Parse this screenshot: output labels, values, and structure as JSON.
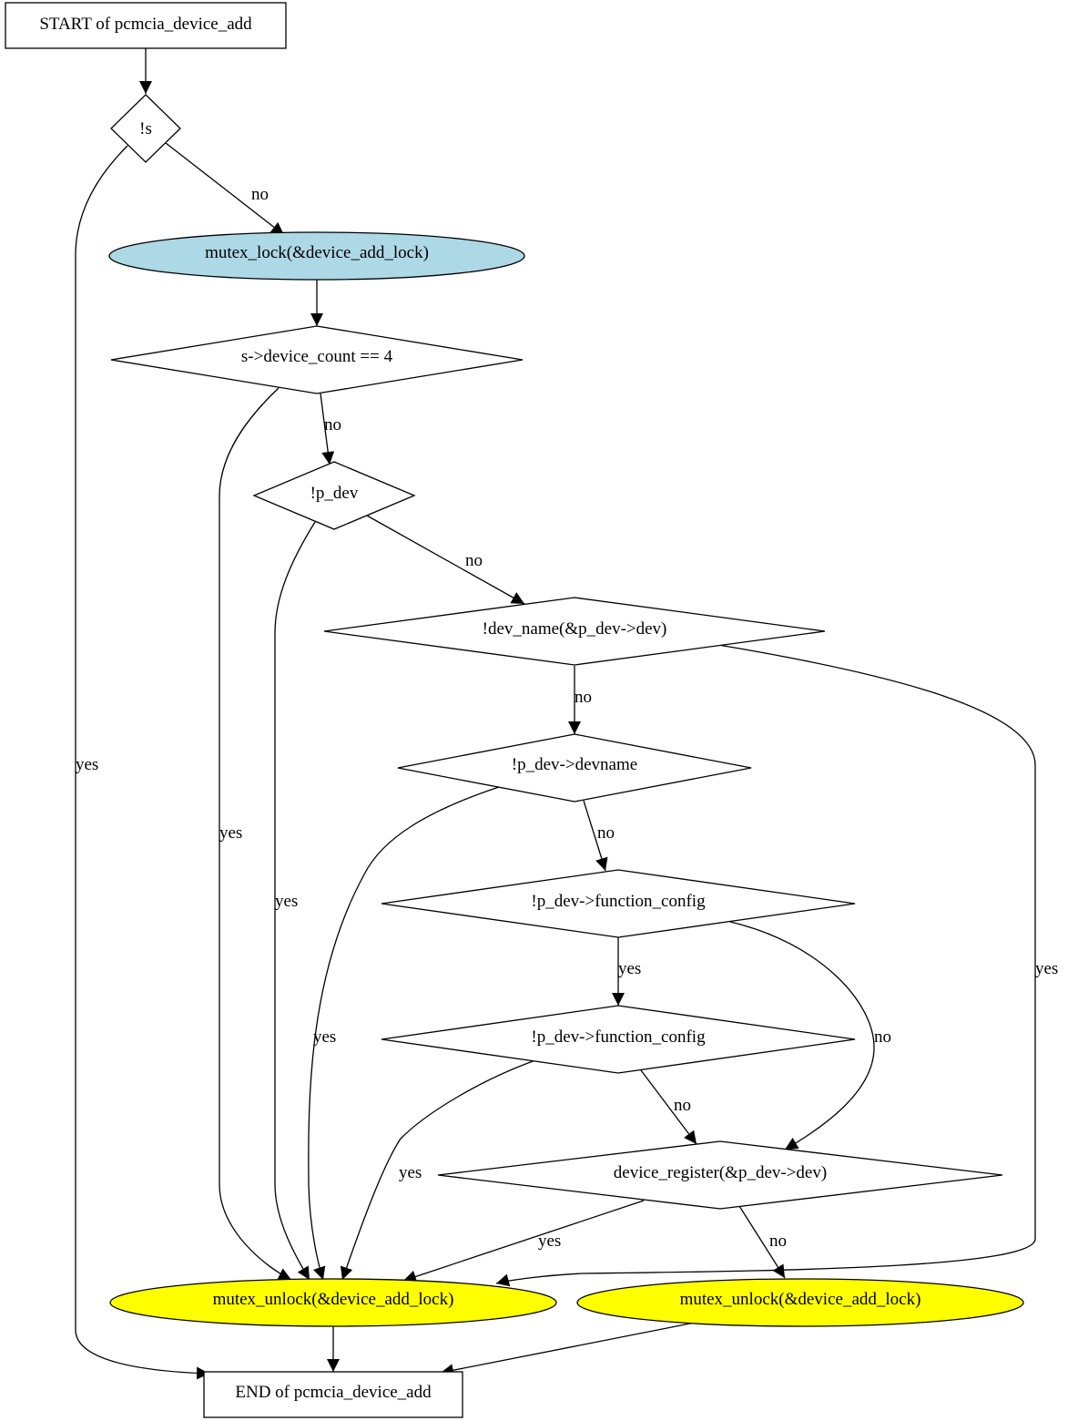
{
  "colors": {
    "stroke": "#000000",
    "lock_fill": "#add8e6",
    "unlock_fill": "#ffff00",
    "plain_fill": "#ffffff"
  },
  "nodes": {
    "start": "START of pcmcia_device_add",
    "check_s": "!s",
    "mutex_lock": "mutex_lock(&device_add_lock)",
    "device_count_check": "s->device_count == 4",
    "check_p_dev": "!p_dev",
    "check_dev_name": "!dev_name(&p_dev->dev)",
    "check_devname": "!p_dev->devname",
    "check_function_config_1": "!p_dev->function_config",
    "check_function_config_2": "!p_dev->function_config",
    "device_register": "device_register(&p_dev->dev)",
    "mutex_unlock_left": "mutex_unlock(&device_add_lock)",
    "mutex_unlock_right": "mutex_unlock(&device_add_lock)",
    "end": "END of pcmcia_device_add"
  },
  "edges": {
    "s_no": "no",
    "s_yes": "yes",
    "count_no": "no",
    "count_yes": "yes",
    "pdev_no": "no",
    "pdev_yes": "yes",
    "devname_fn_no": "no",
    "devname_fn_yes": "yes",
    "devname_no": "no",
    "devname_yes": "yes",
    "fc1_yes": "yes",
    "fc1_no": "no",
    "fc2_no": "no",
    "fc2_yes": "yes",
    "reg_yes": "yes",
    "reg_no": "no"
  }
}
